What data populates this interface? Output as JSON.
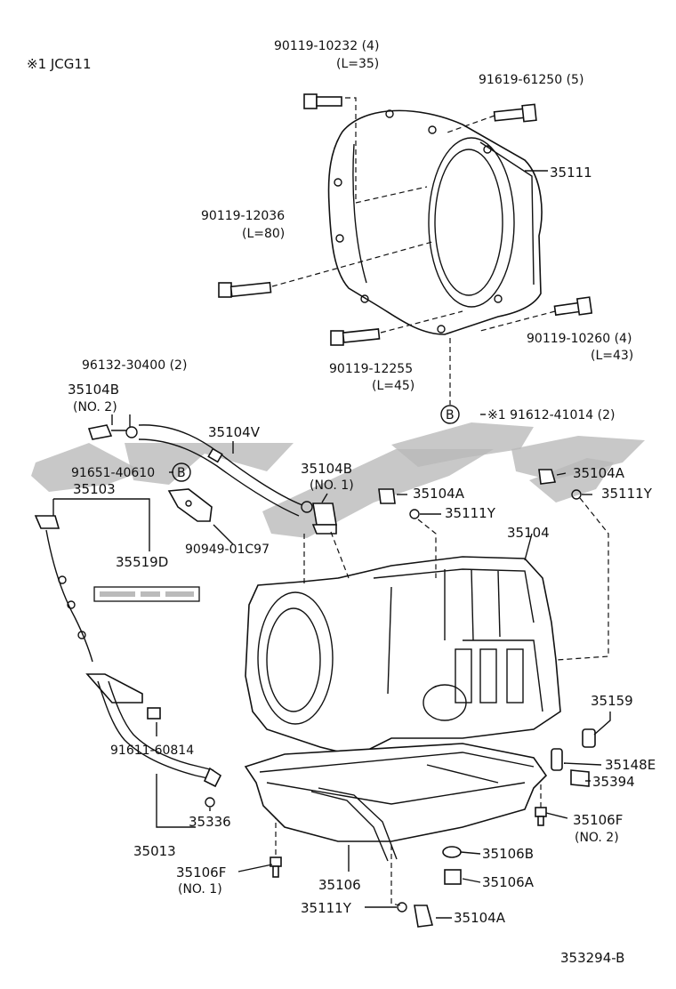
{
  "header": {
    "note": "※1  JCG11",
    "diagram_code": "353294-B"
  },
  "watermark": {
    "color": "#b8b8b8",
    "description": "grey stylized logo watermark"
  },
  "callouts": {
    "bolt_top": "90119-10232 (4)",
    "bolt_top_len": "(L=35)",
    "bolt_right": "91619-61250 (5)",
    "housing": "35111",
    "bolt_left": "90119-12036",
    "bolt_left_len": "(L=80)",
    "bolt_lower_right": "90119-10260 (4)",
    "bolt_lower_right_len": "(L=43)",
    "bolt_bottom": "90119-12255",
    "bolt_bottom_len": "(L=45)",
    "b_ref_marker": "B",
    "b_ref_part": "※1 91612-41014 (2)",
    "clamp": "96132-30400 (2)",
    "union_no2": "35104B",
    "union_no2_note": "(NO. 2)",
    "hose": "35104V",
    "bolt_b": "91651-40610",
    "bolt_b_marker": "B",
    "union_no1": "35104B",
    "union_no1_note": "(NO. 1)",
    "plug_a_right": "35104A",
    "oring_right": "35111Y",
    "plug_a_mid": "35104A",
    "oring_mid": "35111Y",
    "dipstick_set": "35103",
    "label_plate": "35519D",
    "bracket": "90949-01C97",
    "transmission": "35104",
    "sensor": "35159",
    "plug_e": "35148E",
    "connector": "35394",
    "bolt_guide": "91611-60814",
    "oring_tube": "35336",
    "tube": "35013",
    "pan_bolt_no2": "35106F",
    "pan_bolt_no2_note": "(NO. 2)",
    "washer_b": "35106B",
    "plug_a_pan": "35106A",
    "pan_bolt_no1": "35106F",
    "pan_bolt_no1_note": "(NO. 1)",
    "oil_pan": "35106",
    "drain_oring": "35111Y",
    "drain_plug": "35104A"
  }
}
